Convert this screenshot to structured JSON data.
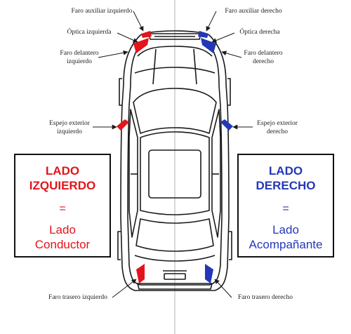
{
  "colors": {
    "left_accent": "#e3141b",
    "right_accent": "#2338b8",
    "outline": "#1a1a1a",
    "divider": "#b0b0b0"
  },
  "labels": {
    "left": {
      "aux_light": "Faro auxiliar izquierdo",
      "optic": "Óptica izquierda",
      "front_light": "Faro delantero\nizquierdo",
      "mirror": "Espejo exterior\nizquierdo",
      "rear_light": "Faro trasero izquierdo"
    },
    "right": {
      "aux_light": "Faro auxiliar derecho",
      "optic": "Óptica derecha",
      "front_light": "Faro delantero\nderecho",
      "mirror": "Espejo exterior\nderecho",
      "rear_light": "Faro trasero derecho"
    }
  },
  "boxes": {
    "left": {
      "title": "LADO\nIZQUIERDO",
      "equals": "=",
      "subtitle": "Lado\nConductor"
    },
    "right": {
      "title": "LADO\nDERECHO",
      "equals": "=",
      "subtitle": "Lado\nAcompañante"
    }
  },
  "icons": [
    "car-top-view-outline",
    "arrow-pointer"
  ]
}
